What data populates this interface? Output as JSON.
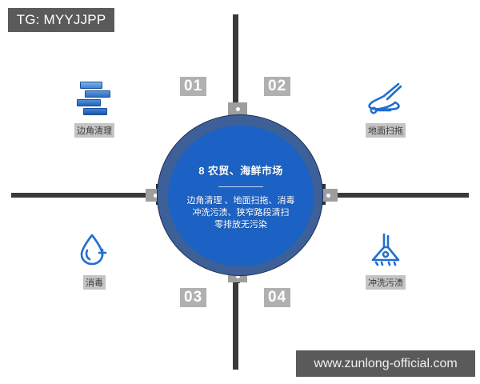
{
  "watermarks": {
    "telegram_tag": "TG: MYYJJPP",
    "website": "www.zunlong-official.com"
  },
  "center": {
    "title": "8 农贸、海鲜市场",
    "body_lines": [
      "边角清理 、地面扫拖、消毒",
      "冲洗污渍、狭窄路段清扫",
      "零排放无污染"
    ],
    "outer_ring_color": "#3d6099",
    "inner_disc_color": "#1c62c4"
  },
  "steps": [
    {
      "number": "01",
      "position": "top-left"
    },
    {
      "number": "02",
      "position": "top-right"
    },
    {
      "number": "03",
      "position": "bottom-left"
    },
    {
      "number": "04",
      "position": "bottom-right"
    }
  ],
  "corners": [
    {
      "label": "边角清理",
      "icon": "stacked-bars-icon",
      "position": "top-left"
    },
    {
      "label": "地面扫拖",
      "icon": "floor-scrubber-icon",
      "position": "top-right"
    },
    {
      "label": "消毒",
      "icon": "water-drop-plus-icon",
      "position": "bottom-left"
    },
    {
      "label": "冲洗污渍",
      "icon": "pressure-washer-icon",
      "position": "bottom-right"
    }
  ],
  "theme": {
    "accent_blue": "#1c62c4",
    "icon_blue": "#1f6fd0",
    "line_gray": "#3a3a3a",
    "badge_gray": "#5a5a5a",
    "background": "#ffffff"
  }
}
